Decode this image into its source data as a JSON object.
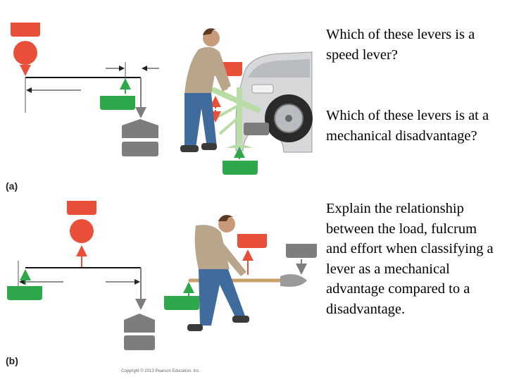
{
  "figure": {
    "panel_a_label": "(a)",
    "panel_b_label": "(b)",
    "copyright": "Copyright © 2013 Pearson Education, Inc.",
    "colors": {
      "effort": "#e8503a",
      "resistance": "#2ea84a",
      "fulcrum": "#7d7d7d",
      "lever_green": "#b7dca4",
      "shirt": "#b9a68a",
      "jeans": "#3f6c9c",
      "shovel_handle": "#c8a06a"
    }
  },
  "questions": [
    "Which of these levers is a speed lever?",
    "Which of these levers is at a mechanical disadvantage?",
    "Explain the relationship between the load, fulcrum and effort when classifying a lever as a mechanical advantage compared to a disadvantage."
  ]
}
